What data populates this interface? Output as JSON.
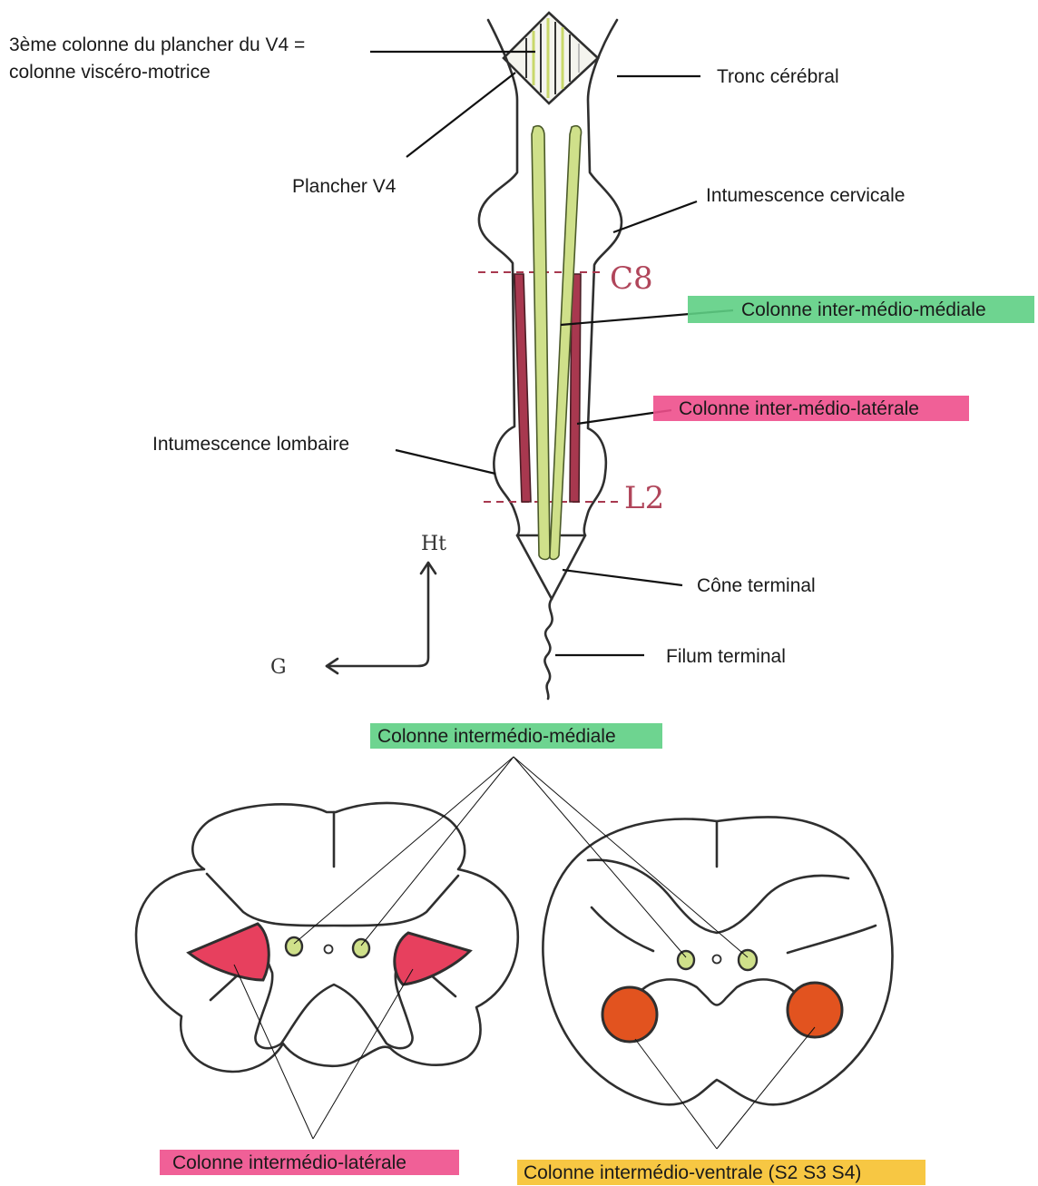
{
  "colors": {
    "green_highlight": "#5ecf84",
    "pink_highlight": "#ee4f8c",
    "yellow_highlight": "#f6c12f",
    "yellow_green_column": "#cfe08a",
    "red_column": "#a8384f",
    "orange_nucleus": "#e2531f"
  },
  "top": {
    "label_v4_col_line1": "3ème colonne du plancher du V4 =",
    "label_v4_col_line2": "colonne viscéro-motrice",
    "label_tronc": "Tronc cérébral",
    "label_plancher": "Plancher V4",
    "label_int_cervicale": "Intumescence cervicale",
    "label_c8": "C8",
    "label_iml_medial": "Colonne inter-médio-médiale",
    "label_iml_lateral": "Colonne inter-médio-latérale",
    "label_int_lombaire": "Intumescence lombaire",
    "label_l2": "L2",
    "label_cone": "Cône terminal",
    "label_filum": "Filum terminal",
    "axis_up": "Ht",
    "axis_left": "G"
  },
  "bottom": {
    "label_medial": "Colonne intermédio-médiale",
    "label_lateral": "Colonne intermédio-latérale",
    "label_ventral": "Colonne intermédio-ventrale (S2 S3 S4)"
  }
}
